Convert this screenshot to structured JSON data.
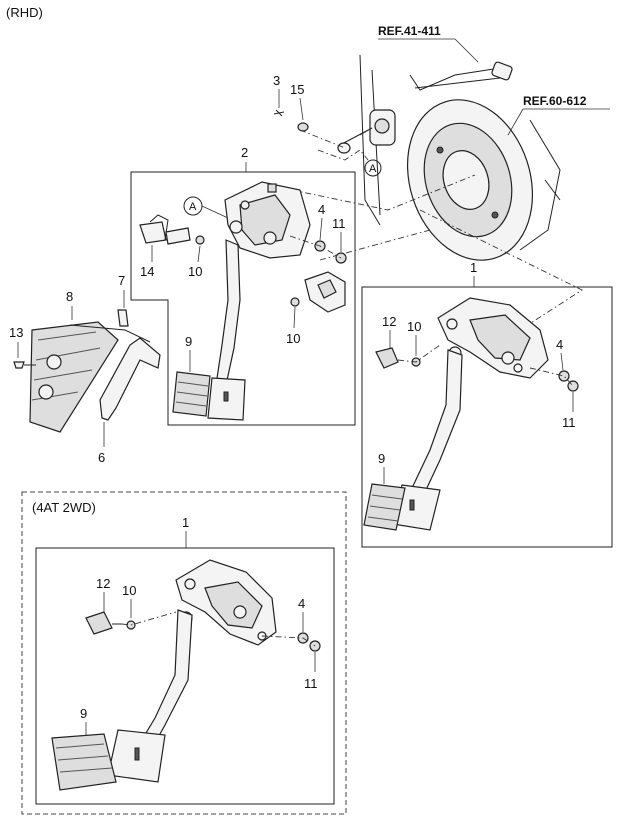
{
  "header": {
    "variant": "(RHD)"
  },
  "references": [
    {
      "id": "ref-41-411",
      "text": "REF.41-411"
    },
    {
      "id": "ref-60-612",
      "text": "REF.60-612"
    }
  ],
  "callouts": {
    "a": "A"
  },
  "parts": {
    "p1": "1",
    "p2": "2",
    "p3": "3",
    "p4": "4",
    "p6": "6",
    "p7": "7",
    "p8": "8",
    "p9": "9",
    "p10": "10",
    "p11": "11",
    "p12": "12",
    "p13": "13",
    "p14": "14",
    "p15": "15"
  },
  "variant_box": {
    "title": "(4AT 2WD)"
  }
}
